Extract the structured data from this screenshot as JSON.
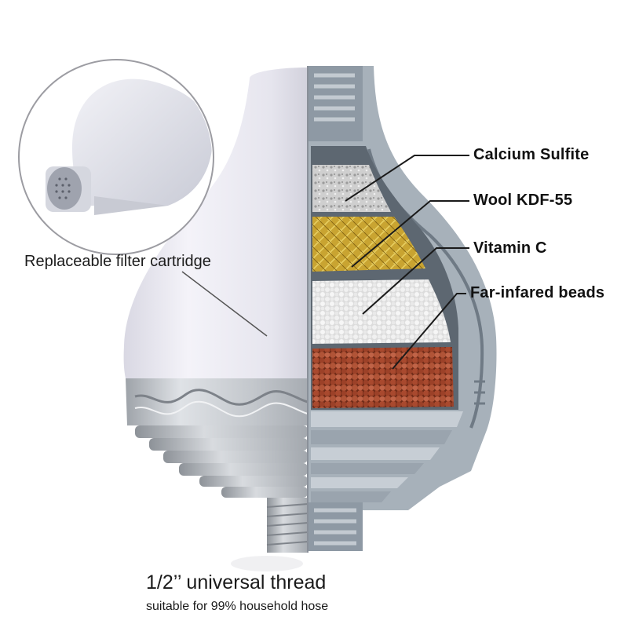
{
  "layers": [
    {
      "label": "Calcium Sulfite"
    },
    {
      "label": "Wool KDF-55"
    },
    {
      "label": "Vitamin C"
    },
    {
      "label": "Far-infared beads"
    }
  ],
  "inset": {
    "label": "Replaceable filter cartridge"
  },
  "thread": {
    "title": "1/2’’ universal thread",
    "subtitle": "suitable for 99% household hose"
  },
  "colors": {
    "shell": "#e9e8f1",
    "cap": "#b9bdc3",
    "housing": "#8e99a4",
    "calcium": "#c9c9c9",
    "wool": "#c9a431",
    "vitamin_c": "#e7e7e7",
    "beads": "#a3492d"
  }
}
